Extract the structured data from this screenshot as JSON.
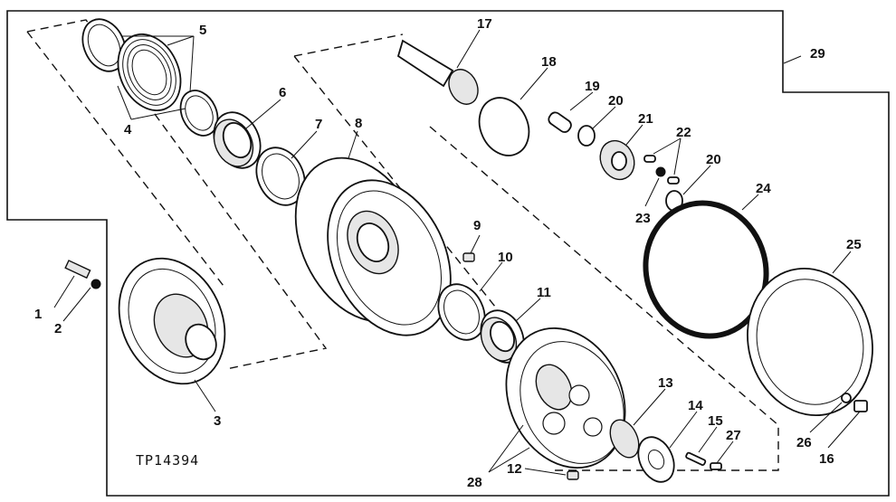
{
  "figure": {
    "reference_code": "TP14394",
    "callouts": [
      "1",
      "2",
      "3",
      "4",
      "5",
      "6",
      "7",
      "8",
      "9",
      "10",
      "11",
      "12",
      "13",
      "14",
      "15",
      "16",
      "17",
      "18",
      "19",
      "20",
      "20",
      "21",
      "22",
      "23",
      "24",
      "25",
      "26",
      "27",
      "28",
      "29"
    ]
  }
}
